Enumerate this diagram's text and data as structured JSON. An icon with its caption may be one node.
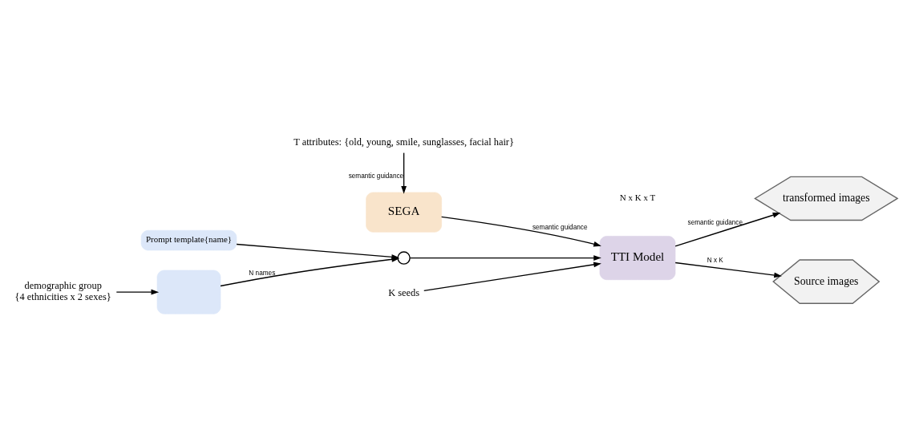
{
  "diagram": {
    "nodes": [
      {
        "text": [
          "T attributes: {old, young, smile, sunglasses, facial hair}"
        ]
      },
      {
        "text": [
          "SEGA"
        ]
      },
      {
        "text": [
          "Prompt template{name}"
        ]
      },
      {
        "text": [
          "demographic group",
          "{4 ethnicities x 2 sexes}"
        ]
      },
      {
        "text": [],
        "shape": "box"
      },
      {
        "text": [],
        "shape": "circle"
      },
      {
        "text": [
          "TTI Model"
        ]
      },
      {
        "text": [
          "transformed images"
        ]
      },
      {
        "text": [
          "Source images"
        ]
      },
      {
        "text": [
          "K seeds"
        ]
      }
    ],
    "edges": [
      {
        "from": 0,
        "to": 1,
        "arrow": "to",
        "label": "semantic guidance"
      },
      {
        "from": 1,
        "to": 6,
        "arrow": "to",
        "label": "semantic guidance"
      },
      {
        "from": 2,
        "to": 5,
        "arrow": "to"
      },
      {
        "from": 3,
        "to": 4,
        "arrow": "to"
      },
      {
        "from": 4,
        "to": 5,
        "arrow": "to",
        "label": "N names"
      },
      {
        "from": 5,
        "to": 6,
        "arrow": "to"
      },
      {
        "from": 6,
        "to": 7,
        "arrow": "to",
        "label": "semantic guidance"
      },
      {
        "from": 6,
        "to": 8,
        "arrow": "to",
        "label": "N x K"
      },
      {
        "from": 9,
        "to": 6,
        "arrow": "to"
      }
    ],
    "labels": [
      "N x K x T"
    ]
  }
}
